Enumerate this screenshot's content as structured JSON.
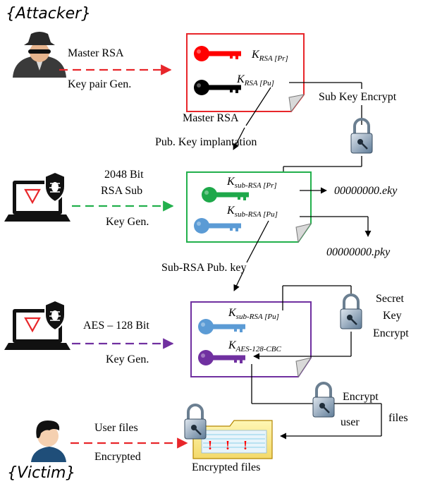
{
  "header": {
    "attacker": "{Attacker}"
  },
  "labels": {
    "master_rsa_gen_1": "Master RSA",
    "master_rsa_gen_2": "Key pair Gen.",
    "sub_key_encrypt": "Sub Key Encrypt",
    "master_rsa_impl_1": "Master RSA",
    "master_rsa_impl_2": "Pub. Key implantation",
    "sub_gen_1": "2048 Bit",
    "sub_gen_2": "RSA Sub",
    "sub_gen_3": "Key Gen.",
    "eky_file": "00000000.eky",
    "pky_file": "00000000.pky",
    "sub_rsa_pub": "Sub-RSA Pub. key",
    "aes_gen_1": "AES – 128 Bit",
    "aes_gen_2": "Key Gen.",
    "secret_1": "Secret",
    "secret_2": "Key",
    "secret_3": "Encrypt",
    "encrypt_1": "Encrypt",
    "encrypt_2": "user",
    "encrypt_3": "files",
    "victim_1": "User files",
    "victim_2": "Encrypted",
    "encrypted_files": "Encrypted files",
    "victim": "{Victim}"
  },
  "keys": {
    "master_pr": {
      "main": "K",
      "sub": "RSA [Pr]"
    },
    "master_pu": {
      "main": "K",
      "sub": "RSA [Pu]"
    },
    "sub_pr": {
      "main": "K",
      "sub": "sub-RSA [Pr]"
    },
    "sub_pu": {
      "main": "K",
      "sub": "sub-RSA [Pu]"
    },
    "aes_sub_pu": {
      "main": "K",
      "sub": "sub-RSA [Pu]"
    },
    "aes_key": {
      "main": "K",
      "sub": "AES-128-CBC"
    }
  },
  "colors": {
    "red": "#e8262a",
    "green": "#22b04c",
    "purple": "#7030a0",
    "key_red": "#ff0000",
    "key_black": "#000000",
    "key_green": "#1ea84a",
    "key_blue": "#5b9bd5",
    "key_purple": "#7030a0"
  }
}
